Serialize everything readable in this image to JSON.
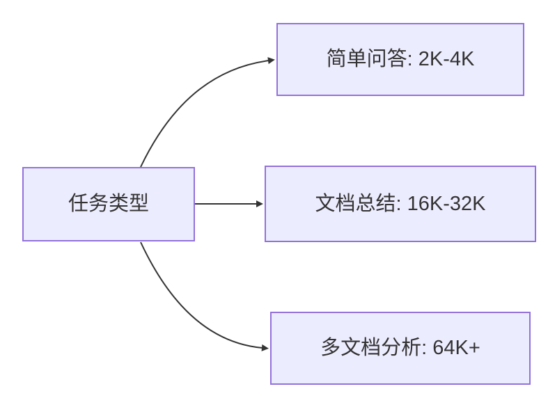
{
  "diagram": {
    "type": "flowchart-lr",
    "nodes": {
      "root": {
        "label": "任务类型"
      },
      "simple_qa": {
        "label": "简单问答: 2K-4K"
      },
      "doc_summary": {
        "label": "文档总结: 16K-32K"
      },
      "multi_doc": {
        "label": "多文档分析: 64K+"
      }
    },
    "edges": [
      {
        "from": "任务类型",
        "to": "简单问答: 2K-4K"
      },
      {
        "from": "任务类型",
        "to": "文档总结: 16K-32K"
      },
      {
        "from": "任务类型",
        "to": "多文档分析: 64K+"
      }
    ],
    "colors": {
      "node_fill": "#ECECFF",
      "node_border": "#9370DB",
      "text": "#333333",
      "edge": "#333333",
      "background": "#FFFFFF"
    }
  }
}
